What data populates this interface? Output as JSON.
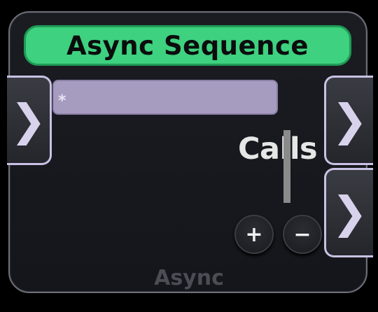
{
  "node": {
    "title": "Async Sequence",
    "input_value": "*",
    "outputs_label": "Calls",
    "add_button_label": "+",
    "remove_button_label": "−",
    "footer_label": "Async"
  },
  "ports": {
    "input_glyph": "❯",
    "output_glyph_1": "❯",
    "output_glyph_2": "❯"
  },
  "colors": {
    "title_bar": "#3ed17f",
    "input_field": "#a69cc0",
    "port_border": "#c9c1e4",
    "node_background": "#16181d"
  }
}
